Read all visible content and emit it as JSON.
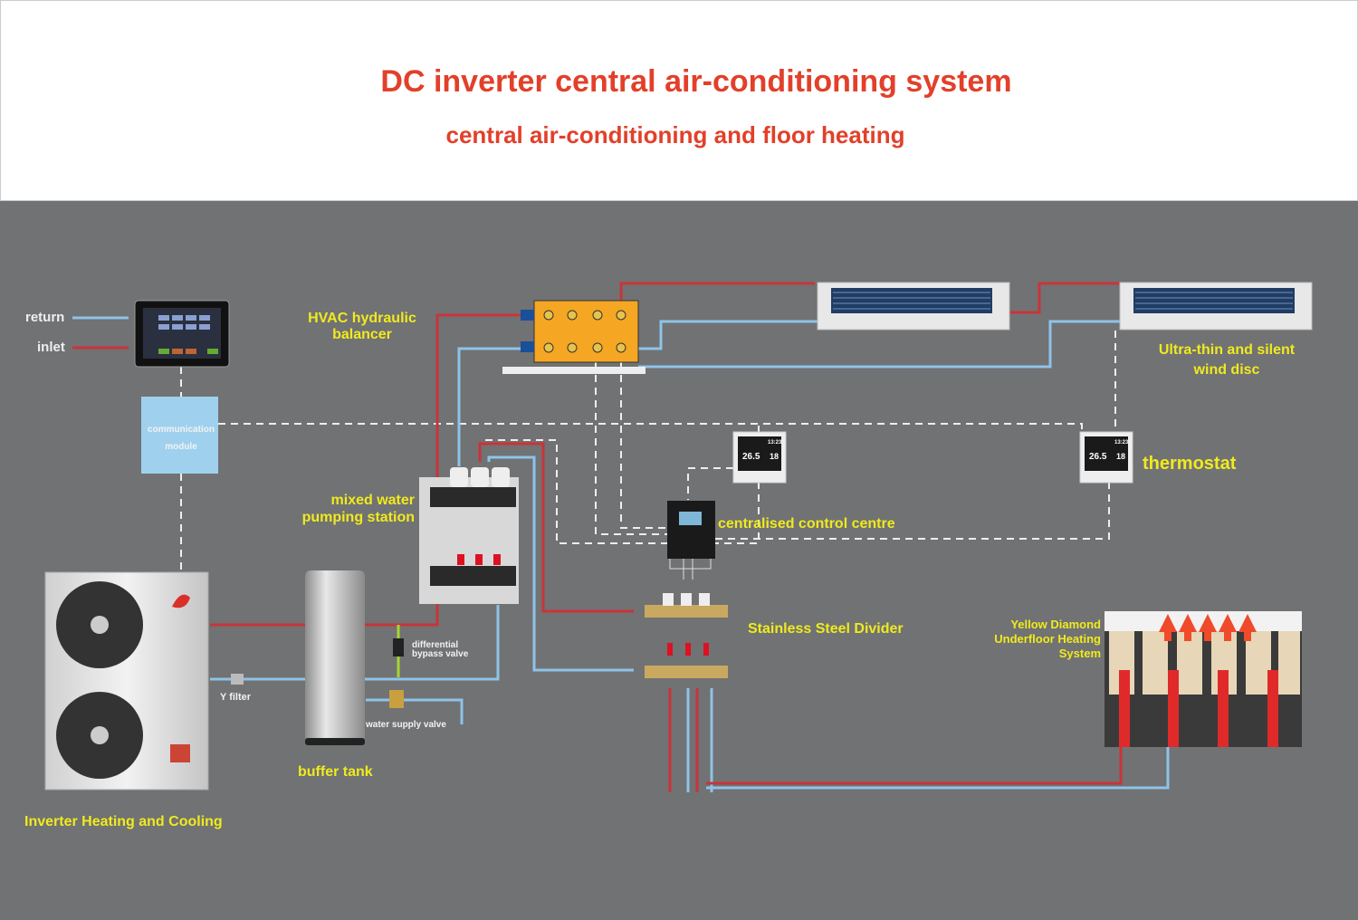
{
  "header": {
    "title": "DC inverter central air-conditioning system",
    "subtitle": "central air-conditioning and floor heating"
  },
  "legend": {
    "return": "return",
    "inlet": "inlet"
  },
  "colors": {
    "title": "#e2402a",
    "label": "#f0ea1e",
    "background": "#717273",
    "supply_pipe": "#c9343a",
    "return_pipe": "#8ec3e8",
    "bypass_pipe": "#a6d430",
    "module": "#9fd1ee"
  },
  "labels": {
    "communication_module": "communication module",
    "hydraulic_balancer": "HVAC hydraulic balancer",
    "pumping_station": "mixed water pumping station",
    "control_centre": "centralised control centre",
    "divider": "Stainless Steel Divider",
    "wind_disc": "Ultra-thin and silent wind disc",
    "thermostat": "thermostat",
    "underfloor": "Yellow Diamond Underfloor Heating System",
    "differential_valve": "differential bypass valve",
    "y_filter": "Y filter",
    "water_supply_valve": "water supply valve",
    "buffer_tank": "buffer tank",
    "heat_pump": "Inverter Heating and Cooling"
  },
  "thermostat_display": {
    "temp": "26.5",
    "set": "18",
    "time": "13:23"
  }
}
